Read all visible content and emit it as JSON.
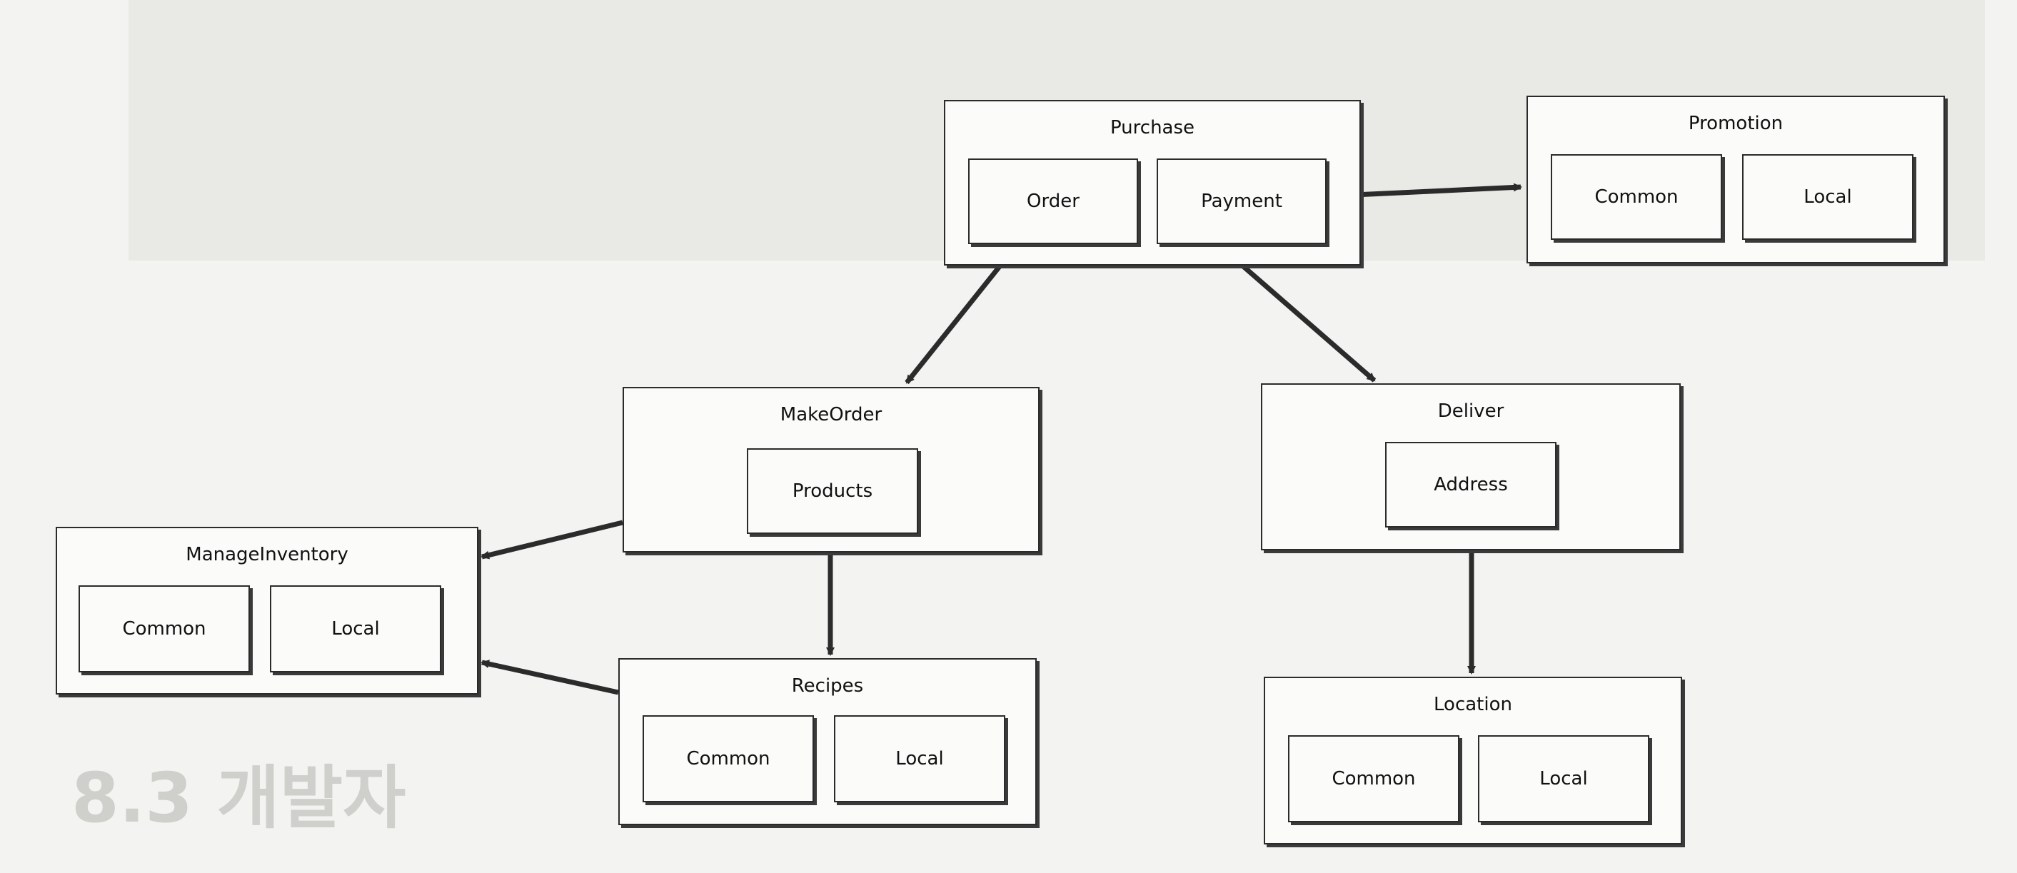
{
  "modules": {
    "purchase": {
      "title": "Purchase",
      "subs": [
        "Order",
        "Payment"
      ]
    },
    "promotion": {
      "title": "Promotion",
      "subs": [
        "Common",
        "Local"
      ]
    },
    "makeorder": {
      "title": "MakeOrder",
      "subs": [
        "Products"
      ]
    },
    "deliver": {
      "title": "Deliver",
      "subs": [
        "Address"
      ]
    },
    "manageinventory": {
      "title": "ManageInventory",
      "subs": [
        "Common",
        "Local"
      ]
    },
    "recipes": {
      "title": "Recipes",
      "subs": [
        "Common",
        "Local"
      ]
    },
    "location": {
      "title": "Location",
      "subs": [
        "Common",
        "Local"
      ]
    }
  },
  "background": {
    "bottom_heading": "8.3 개발자"
  },
  "colors": {
    "line": "#2b2b2b",
    "box_fill": "#fbfbfa",
    "page": "#f3f3f1"
  }
}
